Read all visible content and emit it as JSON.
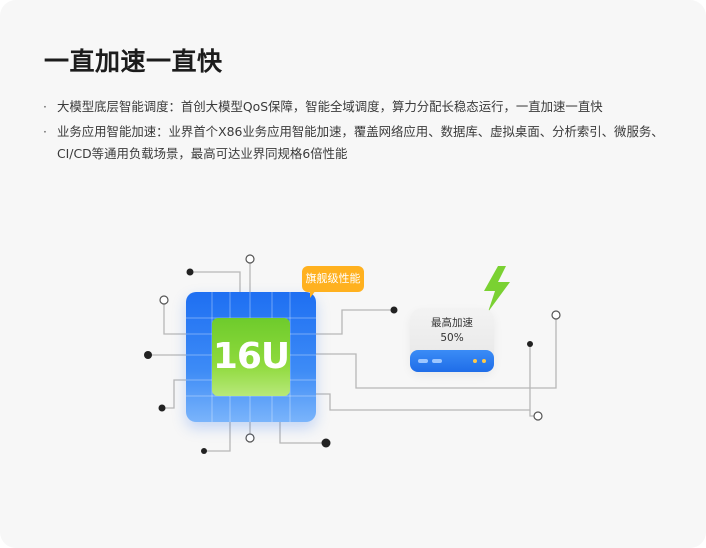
{
  "section": {
    "title": "一直加速一直快",
    "bullet_mark": "·",
    "bullets": [
      "大模型底层智能调度：首创大模型QoS保障，智能全域调度，算力分配长稳态运行，一直加速一直快",
      "业务应用智能加速：业界首个X86业务应用智能加速，覆盖网络应用、数据库、虚拟桌面、分析索引、微服务、CI/CD等通用负载场景，最高可达业界同规格6倍性能"
    ]
  },
  "illustration": {
    "chip_label": "16U",
    "badge_label": "旗舰级性能",
    "device_label": "最高加速",
    "device_value": "50%",
    "bolt_icon": "lightning-bolt-icon",
    "colors": {
      "chip_blue": "#1e6ff2",
      "chip_green": "#7ad132",
      "badge_orange": "#ffb11f",
      "bolt_green": "#7ad132",
      "led_yellow": "#ffc94a"
    }
  }
}
